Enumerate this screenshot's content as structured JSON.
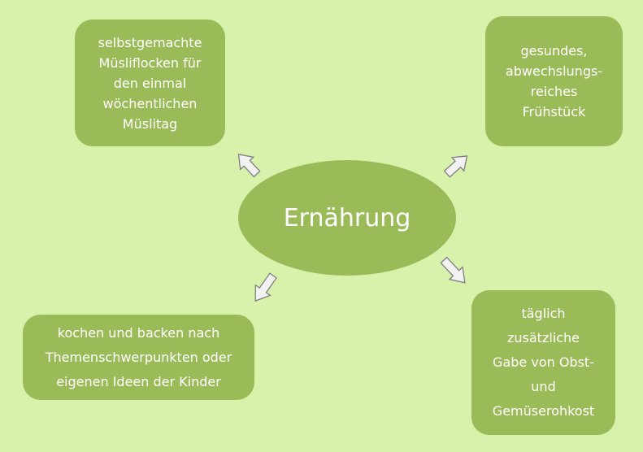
{
  "center": {
    "label": "Ernährung"
  },
  "boxes": {
    "top_left": "selbstgemachte\nMüsliflocken für\nden einmal\nwöchentlichen\nMüslitag",
    "top_right": "gesundes,\nabwechslungs-\nreiches\nFrühstück",
    "bottom_left": "kochen und backen nach\nThemenschwerpunkten oder\neigenen Ideen der Kinder",
    "bottom_right": "täglich\nzusätzliche\nGabe von Obst-\nund\nGemüserohkost"
  },
  "colors": {
    "background": "#d8f2ab",
    "node_fill": "#9bbb59",
    "text": "#ffffff",
    "arrow_fill": "#f2f2f2",
    "arrow_stroke": "#7f7f7f"
  }
}
